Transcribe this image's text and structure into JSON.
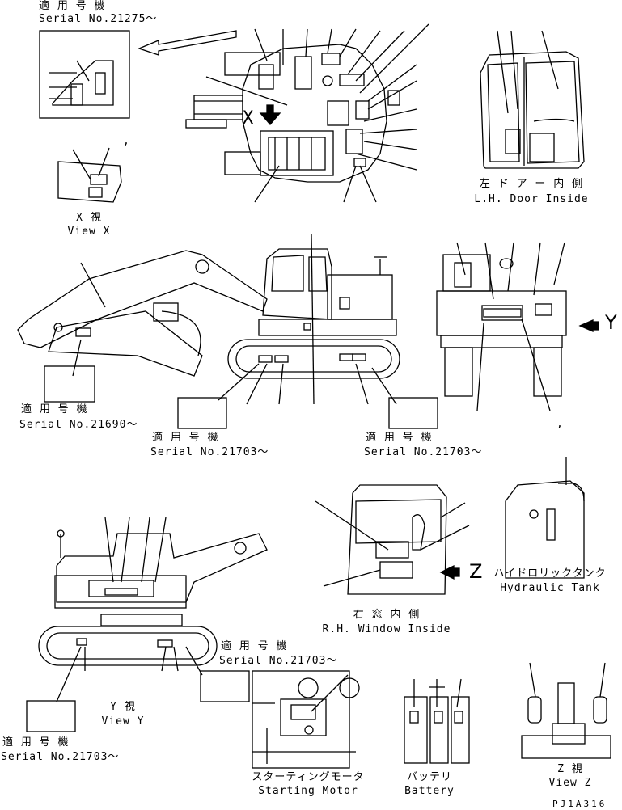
{
  "serial_callouts": [
    {
      "jp": "適 用 号 機",
      "serial": "Serial No.21275～"
    },
    {
      "jp": "適 用 号 機",
      "serial": "Serial No.21690～"
    },
    {
      "jp": "適 用 号 機",
      "serial": "Serial No.21703～"
    },
    {
      "jp": "適 用 号 機",
      "serial": "Serial No.21703～"
    },
    {
      "jp": "適 用 号 機",
      "serial": "Serial No.21703～"
    },
    {
      "jp": "適 用 号 機",
      "serial": "Serial No.21703～"
    }
  ],
  "views": {
    "view_x": {
      "jp": "X 視",
      "en": "View X"
    },
    "lh_door": {
      "jp": "左 ド ア ー 内 側",
      "en": "L.H. Door Inside"
    },
    "view_y": {
      "jp": "Y 視",
      "en": "View Y"
    },
    "rh_window": {
      "jp": "右 窓 内 側",
      "en": "R.H. Window Inside"
    },
    "hydraulic_tank": {
      "jp": "ハイドロリックタンク",
      "en": "Hydraulic Tank"
    },
    "starting_motor": {
      "jp": "スターティングモータ",
      "en": "Starting Motor"
    },
    "battery": {
      "jp": "バッテリ",
      "en": "Battery"
    },
    "view_z": {
      "jp": "Z 視",
      "en": "View Z"
    }
  },
  "markers": {
    "x": "X",
    "y": "Y",
    "z": "Z",
    "comma": ","
  },
  "drawing_code": "PJ1A316"
}
